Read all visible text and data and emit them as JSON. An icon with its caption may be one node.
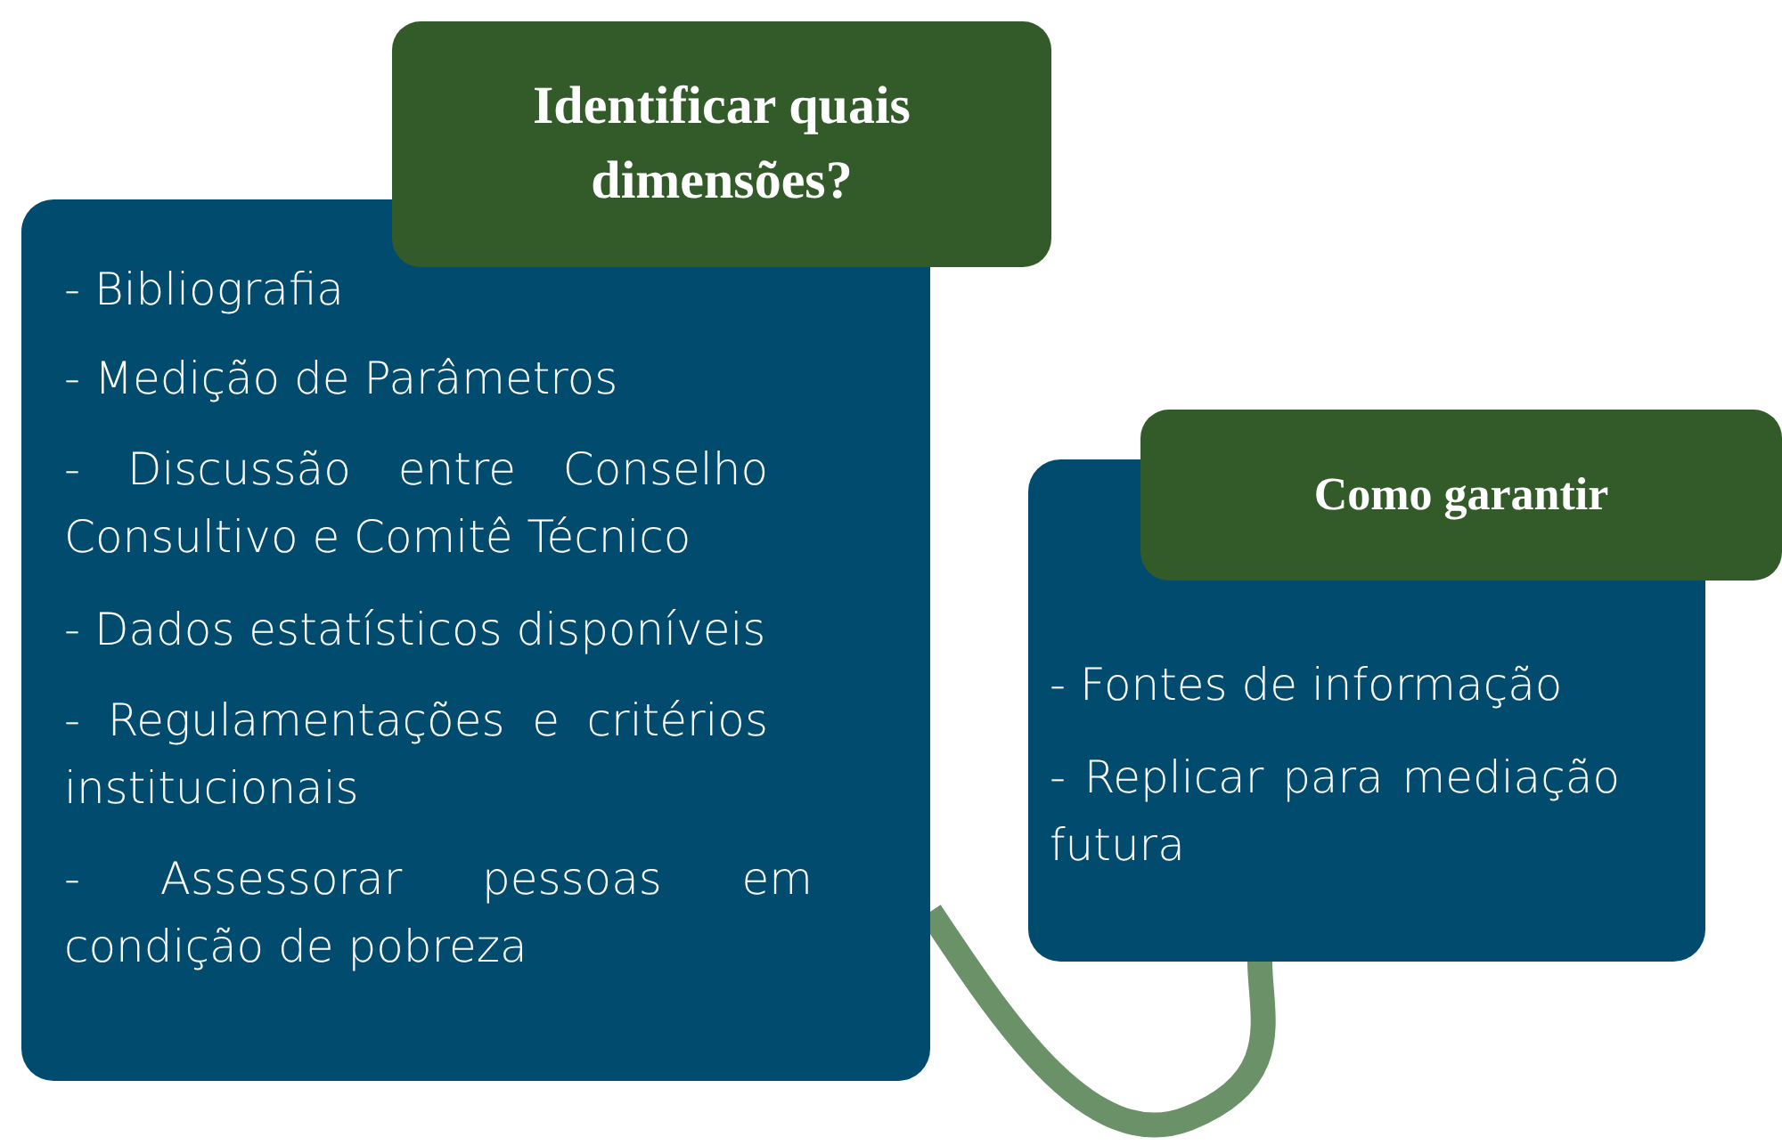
{
  "diagram": {
    "nodes": [
      {
        "text": [
          "Identificar quais dimensões?",
          "- Bibliografia",
          "- Medição de Parâmetros",
          "- Discussão entre Conselho Consultivo e Comitê Técnico",
          "- Dados estatísticos disponíveis",
          "- Regulamentações e critérios institucionais",
          "- Assessorar pessoas em condição de pobreza"
        ]
      },
      {
        "text": [
          "Como garantir",
          "- Fontes de informação",
          "- Replicar para mediação futura"
        ]
      }
    ],
    "edges": [
      {
        "from": 0,
        "to": 1,
        "arrow": "none"
      }
    ]
  }
}
